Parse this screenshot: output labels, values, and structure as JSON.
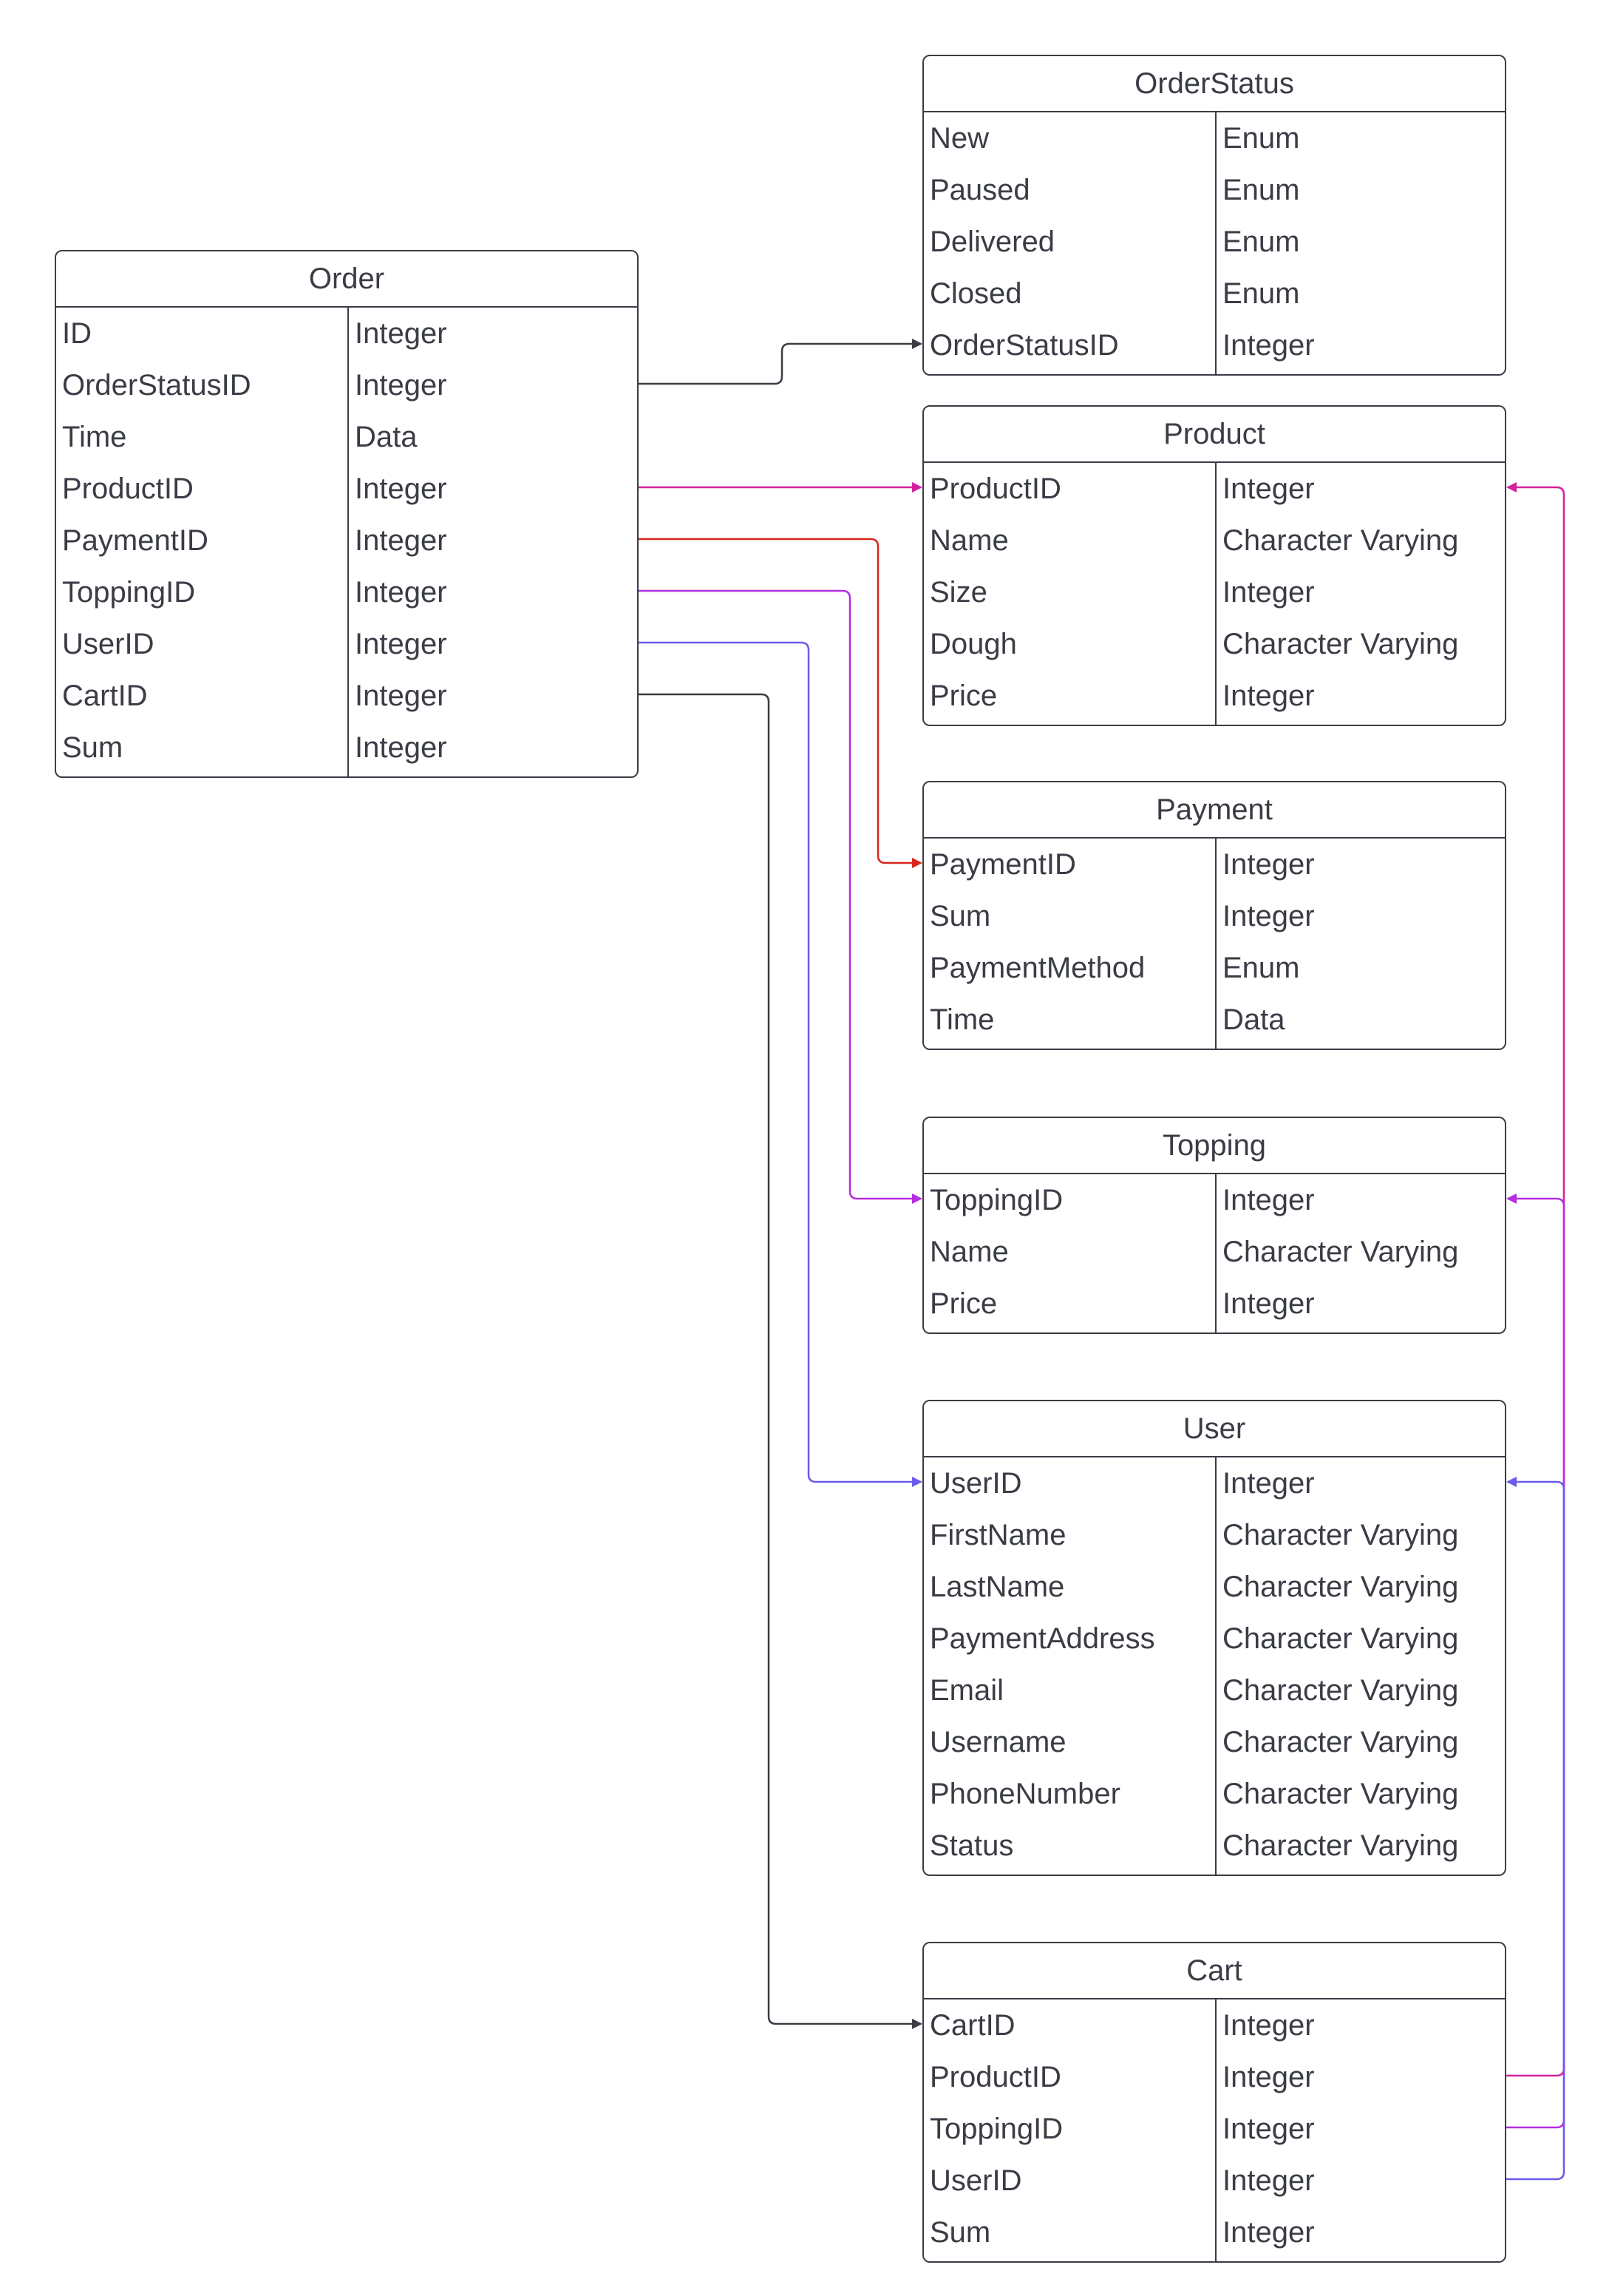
{
  "colors": {
    "ink": "#3a3d45",
    "magenta": "#d4209e",
    "red": "#d9261c",
    "purple": "#b52de0",
    "blue": "#6a5ce8",
    "dark": "#3a3d45"
  },
  "entities": [
    {
      "id": "order",
      "title": "Order",
      "fields": [
        {
          "name": "ID",
          "type": "Integer"
        },
        {
          "name": "OrderStatusID",
          "type": "Integer"
        },
        {
          "name": "Time",
          "type": "Data"
        },
        {
          "name": "ProductID",
          "type": "Integer"
        },
        {
          "name": "PaymentID",
          "type": "Integer"
        },
        {
          "name": "ToppingID",
          "type": "Integer"
        },
        {
          "name": "UserID",
          "type": "Integer"
        },
        {
          "name": "CartID",
          "type": "Integer"
        },
        {
          "name": "Sum",
          "type": "Integer"
        }
      ]
    },
    {
      "id": "orderstatus",
      "title": "OrderStatus",
      "fields": [
        {
          "name": "New",
          "type": "Enum"
        },
        {
          "name": "Paused",
          "type": "Enum"
        },
        {
          "name": "Delivered",
          "type": "Enum"
        },
        {
          "name": "Closed",
          "type": "Enum"
        },
        {
          "name": "OrderStatusID",
          "type": "Integer"
        }
      ]
    },
    {
      "id": "product",
      "title": "Product",
      "fields": [
        {
          "name": "ProductID",
          "type": "Integer"
        },
        {
          "name": "Name",
          "type": "Character Varying"
        },
        {
          "name": "Size",
          "type": "Integer"
        },
        {
          "name": "Dough",
          "type": "Character Varying"
        },
        {
          "name": "Price",
          "type": "Integer"
        }
      ]
    },
    {
      "id": "payment",
      "title": "Payment",
      "fields": [
        {
          "name": "PaymentID",
          "type": "Integer"
        },
        {
          "name": "Sum",
          "type": "Integer"
        },
        {
          "name": "PaymentMethod",
          "type": "Enum"
        },
        {
          "name": "Time",
          "type": "Data"
        }
      ]
    },
    {
      "id": "topping",
      "title": "Topping",
      "fields": [
        {
          "name": "ToppingID",
          "type": "Integer"
        },
        {
          "name": "Name",
          "type": "Character Varying"
        },
        {
          "name": "Price",
          "type": "Integer"
        }
      ]
    },
    {
      "id": "user",
      "title": "User",
      "fields": [
        {
          "name": "UserID",
          "type": "Integer"
        },
        {
          "name": "FirstName",
          "type": "Character Varying"
        },
        {
          "name": "LastName",
          "type": "Character Varying"
        },
        {
          "name": "PaymentAddress",
          "type": "Character Varying"
        },
        {
          "name": "Email",
          "type": "Character Varying"
        },
        {
          "name": "Username",
          "type": "Character Varying"
        },
        {
          "name": "PhoneNumber",
          "type": "Character Varying"
        },
        {
          "name": "Status",
          "type": "Character Varying"
        }
      ]
    },
    {
      "id": "cart",
      "title": "Cart",
      "fields": [
        {
          "name": "CartID",
          "type": "Integer"
        },
        {
          "name": "ProductID",
          "type": "Integer"
        },
        {
          "name": "ToppingID",
          "type": "Integer"
        },
        {
          "name": "UserID",
          "type": "Integer"
        },
        {
          "name": "Sum",
          "type": "Integer"
        }
      ]
    }
  ],
  "relations": [
    {
      "from": "Order.OrderStatusID",
      "to": "OrderStatus.OrderStatusID",
      "color": "dark"
    },
    {
      "from": "Order.ProductID",
      "to": "Product.ProductID",
      "color": "magenta"
    },
    {
      "from": "Order.PaymentID",
      "to": "Payment.PaymentID",
      "color": "red"
    },
    {
      "from": "Order.ToppingID",
      "to": "Topping.ToppingID",
      "color": "purple"
    },
    {
      "from": "Order.UserID",
      "to": "User.UserID",
      "color": "blue"
    },
    {
      "from": "Order.CartID",
      "to": "Cart.CartID",
      "color": "dark"
    },
    {
      "from": "Cart.ProductID",
      "to": "Product.ProductID",
      "color": "magenta"
    },
    {
      "from": "Cart.ToppingID",
      "to": "Topping.ToppingID",
      "color": "purple"
    },
    {
      "from": "Cart.UserID",
      "to": "User.UserID",
      "color": "blue"
    }
  ]
}
